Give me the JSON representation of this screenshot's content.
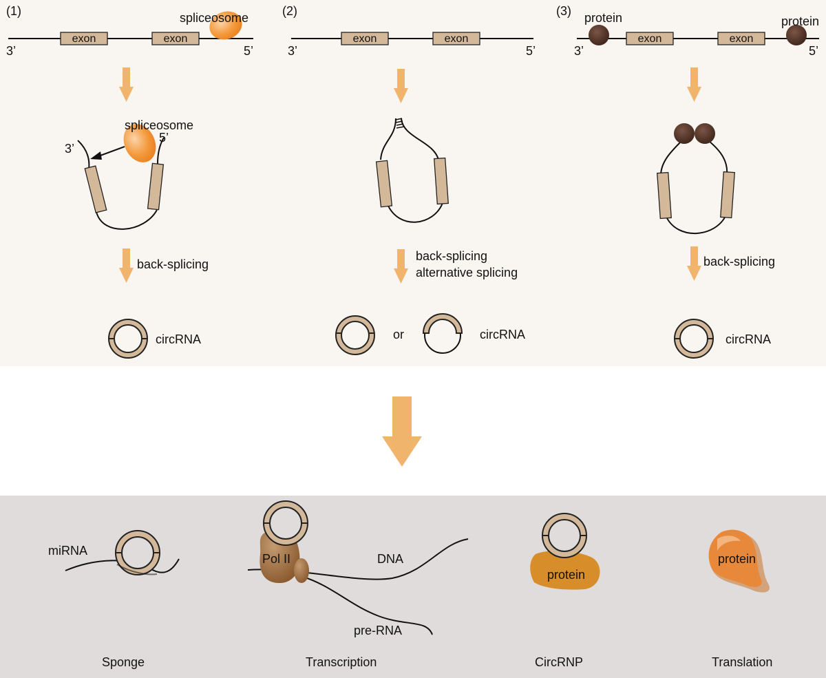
{
  "colors": {
    "top_panel_bg": "#f9f5f0",
    "bottom_panel_bg": "#e1dcdc",
    "exon_fill": "#d4b89a",
    "arrow_orange": "#f1b46c",
    "spliceosome_orange": "#f0922f",
    "protein_brown": "#4a2f23",
    "pol_brown": "#9a6a3e",
    "circrnp_protein": "#d88d2b",
    "translation_protein": "#e8883a"
  },
  "panel1": {
    "number": "(1)",
    "exon_a": "exon",
    "exon_b": "exon",
    "end_left": "3’",
    "end_right": "5’",
    "spliceosome_top": "spliceosome",
    "spliceosome_mid": "spliceosome",
    "loop_end_left": "3’",
    "loop_end_right": "5’",
    "step_label": "back-splicing",
    "product_label": "circRNA"
  },
  "panel2": {
    "number": "(2)",
    "exon_a": "exon",
    "exon_b": "exon",
    "end_left": "3’",
    "end_right": "5’",
    "step_label_1": "back-splicing",
    "step_label_2": "alternative splicing",
    "or_label": "or",
    "product_label": "circRNA"
  },
  "panel3": {
    "number": "(3)",
    "protein_left": "protein",
    "protein_right": "protein",
    "exon_a": "exon",
    "exon_b": "exon",
    "end_left": "3’",
    "end_right": "5’",
    "step_label": "back-splicing",
    "product_label": "circRNA"
  },
  "functions": {
    "sponge": {
      "mirna_label": "miRNA",
      "title": "Sponge"
    },
    "transcription": {
      "pol_label": "Pol II",
      "dna_label": "DNA",
      "prerna_label": "pre-RNA",
      "title": "Transcription"
    },
    "circrnp": {
      "protein_label": "protein",
      "title": "CircRNP"
    },
    "translation": {
      "protein_label": "protein",
      "title": "Translation"
    }
  }
}
